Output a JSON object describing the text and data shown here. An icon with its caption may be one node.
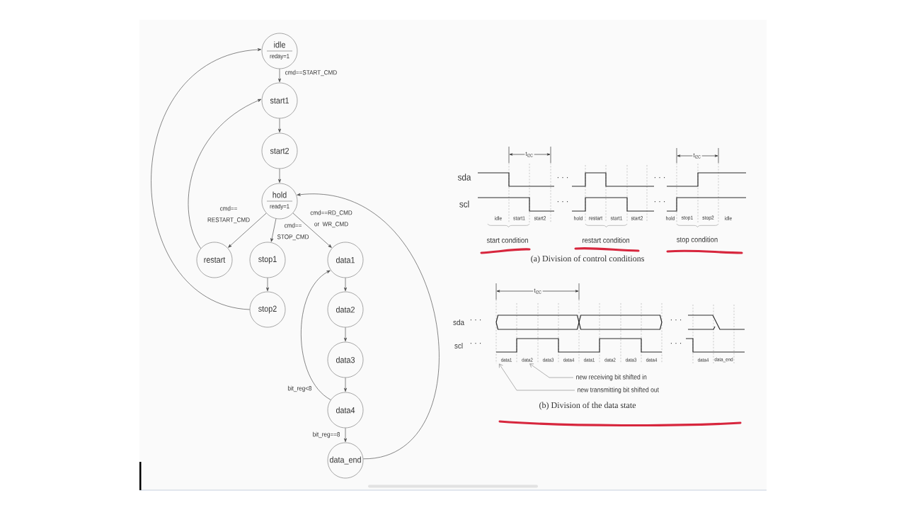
{
  "diagram": {
    "nodes": [
      {
        "text": [
          "idle",
          "reday=1"
        ]
      },
      {
        "text": [
          "start1"
        ]
      },
      {
        "text": [
          "start2"
        ]
      },
      {
        "text": [
          "hold",
          "ready=1"
        ]
      },
      {
        "text": [
          "restart"
        ]
      },
      {
        "text": [
          "stop1"
        ]
      },
      {
        "text": [
          "stop2"
        ]
      },
      {
        "text": [
          "data1"
        ]
      },
      {
        "text": [
          "data2"
        ]
      },
      {
        "text": [
          "data3"
        ]
      },
      {
        "text": [
          "data4"
        ]
      },
      {
        "text": [
          "data_end"
        ]
      },
      {
        "text": [
          "data1"
        ]
      },
      {
        "text": [
          "data2"
        ]
      },
      {
        "text": [
          "new receiving bit shifted in"
        ]
      },
      {
        "text": [
          "new transmitting bit shifted out"
        ]
      }
    ],
    "edges": [
      {
        "from": 0,
        "to": 1,
        "arrow": "to",
        "label": "cmd==START_CMD"
      },
      {
        "from": 1,
        "to": 2,
        "arrow": "to"
      },
      {
        "from": 2,
        "to": 3,
        "arrow": "to"
      },
      {
        "from": 3,
        "to": 4,
        "arrow": "to",
        "label": "cmd== RESTART_CMD"
      },
      {
        "from": 3,
        "to": 5,
        "arrow": "to",
        "label": "cmd== STOP_CMD"
      },
      {
        "from": 3,
        "to": 7,
        "arrow": "to",
        "label": "cmd==RD_CMD or WR_CMD"
      },
      {
        "from": 4,
        "to": 1,
        "arrow": "to"
      },
      {
        "from": 5,
        "to": 6,
        "arrow": "to"
      },
      {
        "from": 6,
        "to": 0,
        "arrow": "to"
      },
      {
        "from": 7,
        "to": 8,
        "arrow": "to"
      },
      {
        "from": 8,
        "to": 9,
        "arrow": "to"
      },
      {
        "from": 9,
        "to": 10,
        "arrow": "to"
      },
      {
        "from": 10,
        "to": 7,
        "arrow": "to",
        "label": "bit_reg<8"
      },
      {
        "from": 10,
        "to": 11,
        "arrow": "to",
        "label": "bit_reg==8"
      },
      {
        "from": 11,
        "to": 3,
        "arrow": "to"
      },
      {
        "from": 14,
        "to": 13,
        "arrow": "to"
      },
      {
        "from": 15,
        "to": 12,
        "arrow": "to"
      }
    ],
    "labels": [
      "t$_{I2C}$",
      "t$_{I2C}$",
      "sda",
      "· · ·",
      "· · ·",
      "scl",
      "· · ·",
      "· · ·",
      "idle",
      "start1",
      "start2",
      "hold",
      "restart",
      "start1",
      "start2",
      "hold",
      "stop1",
      "stop2",
      "idle",
      "start condition",
      "restart condition",
      "stop condition",
      "(a) Division of control conditions",
      "t$_{I2C}$",
      "sda",
      "· · ·",
      "· · ·",
      "scl",
      "· · ·",
      "· · ·",
      "data3",
      "data4",
      "data1",
      "data2",
      "data3",
      "data4",
      "data4",
      "data_end",
      "(b) Division of the data state"
    ]
  }
}
